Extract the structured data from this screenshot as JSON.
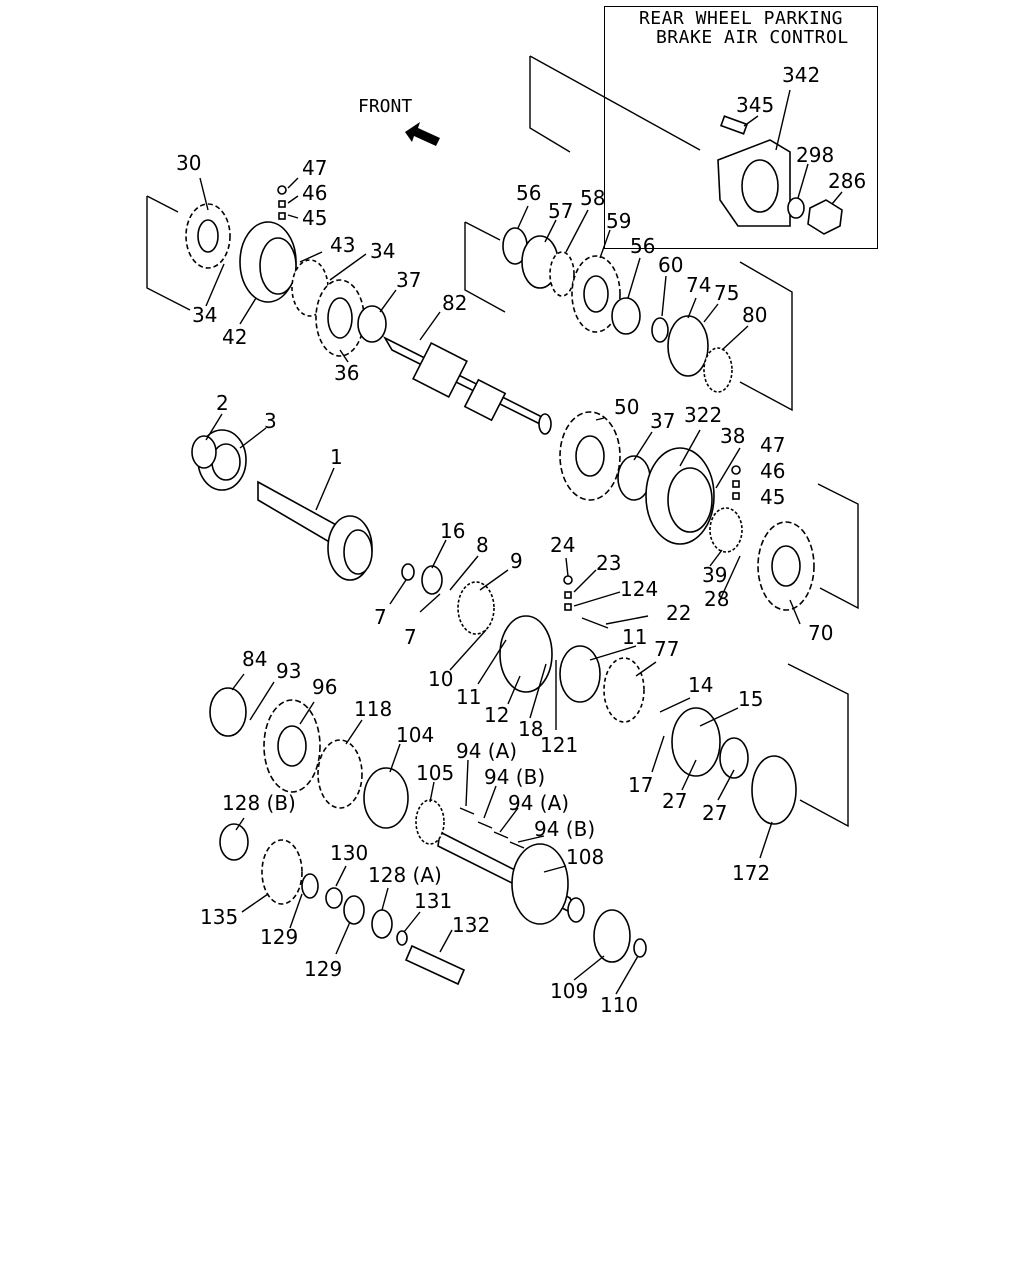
{
  "diagram": {
    "inset_title_line1": "REAR WHEEL PARKING",
    "inset_title_line2": "BRAKE AIR CONTROL",
    "front_label": "FRONT",
    "part_numbers": [
      "30",
      "47",
      "46",
      "45",
      "43",
      "34",
      "37",
      "82",
      "34",
      "42",
      "36",
      "56",
      "57",
      "58",
      "59",
      "56",
      "60",
      "74",
      "75",
      "80",
      "342",
      "345",
      "298",
      "286",
      "2",
      "3",
      "1",
      "50",
      "37",
      "322",
      "38",
      "47",
      "46",
      "45",
      "39",
      "28",
      "70",
      "16",
      "8",
      "9",
      "7",
      "7",
      "10",
      "11",
      "12",
      "18",
      "121",
      "24",
      "23",
      "124",
      "22",
      "11",
      "77",
      "14",
      "15",
      "17",
      "27",
      "27",
      "172",
      "84",
      "93",
      "96",
      "118",
      "104",
      "105",
      "94 (A)",
      "94 (B)",
      "94 (A)",
      "94 (B)",
      "108",
      "128 (B)",
      "130",
      "128 (A)",
      "131",
      "132",
      "135",
      "129",
      "129",
      "109",
      "110"
    ]
  }
}
